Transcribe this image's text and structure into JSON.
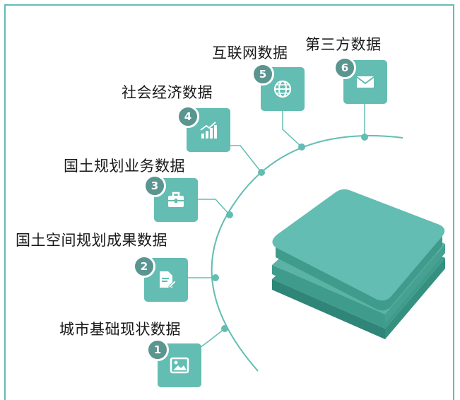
{
  "categories": [
    {
      "num": "1",
      "label": "城市基础现状数据",
      "icon": "image-icon"
    },
    {
      "num": "2",
      "label": "国土空间规划成果数据",
      "icon": "document-edit-icon"
    },
    {
      "num": "3",
      "label": "国土规划业务数据",
      "icon": "briefcase-icon"
    },
    {
      "num": "4",
      "label": "社会经济数据",
      "icon": "chart-growth-icon"
    },
    {
      "num": "5",
      "label": "互联网数据",
      "icon": "globe-icon"
    },
    {
      "num": "6",
      "label": "第三方数据",
      "icon": "mail-icon"
    }
  ],
  "colors": {
    "tile": "#63bdb2",
    "badge": "#5a9590",
    "stack_top": "#63bdb2",
    "stack_side": "#3f9c8d"
  }
}
